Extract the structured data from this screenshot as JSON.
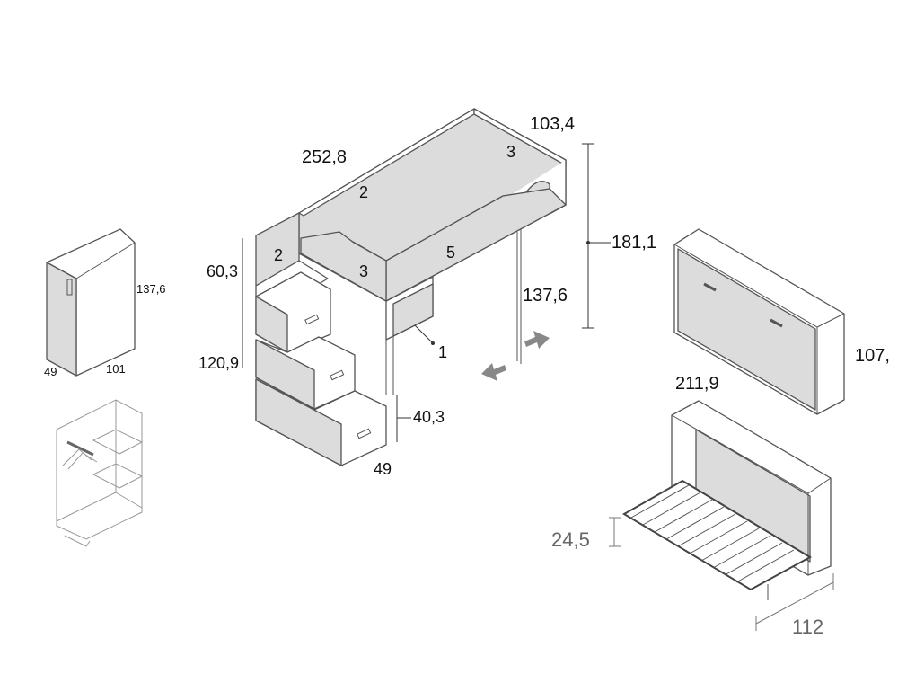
{
  "loft_bed": {
    "dimensions": {
      "length": "252,8",
      "depth": "103,4",
      "total_height": "181,1",
      "under_height": "137,6",
      "stair_top": "60,3",
      "stair_height": "120,9",
      "step_height": "40,3",
      "stair_depth": "49"
    },
    "part_numbers": {
      "desk": "1",
      "back_panel": "2",
      "stair_side": "2",
      "headboard": "3",
      "foot_rail": "3",
      "front_rail": "5"
    }
  },
  "wardrobe": {
    "height": "137,6",
    "depth": "49",
    "width": "101"
  },
  "wall_bed": {
    "height": "107,",
    "width": "211,9",
    "leg_height": "24,5",
    "depth": "112"
  },
  "colors": {
    "line": "#555555",
    "panel": "#dcdcdc",
    "arrow": "#888888",
    "secondary_dim": "#666666"
  }
}
